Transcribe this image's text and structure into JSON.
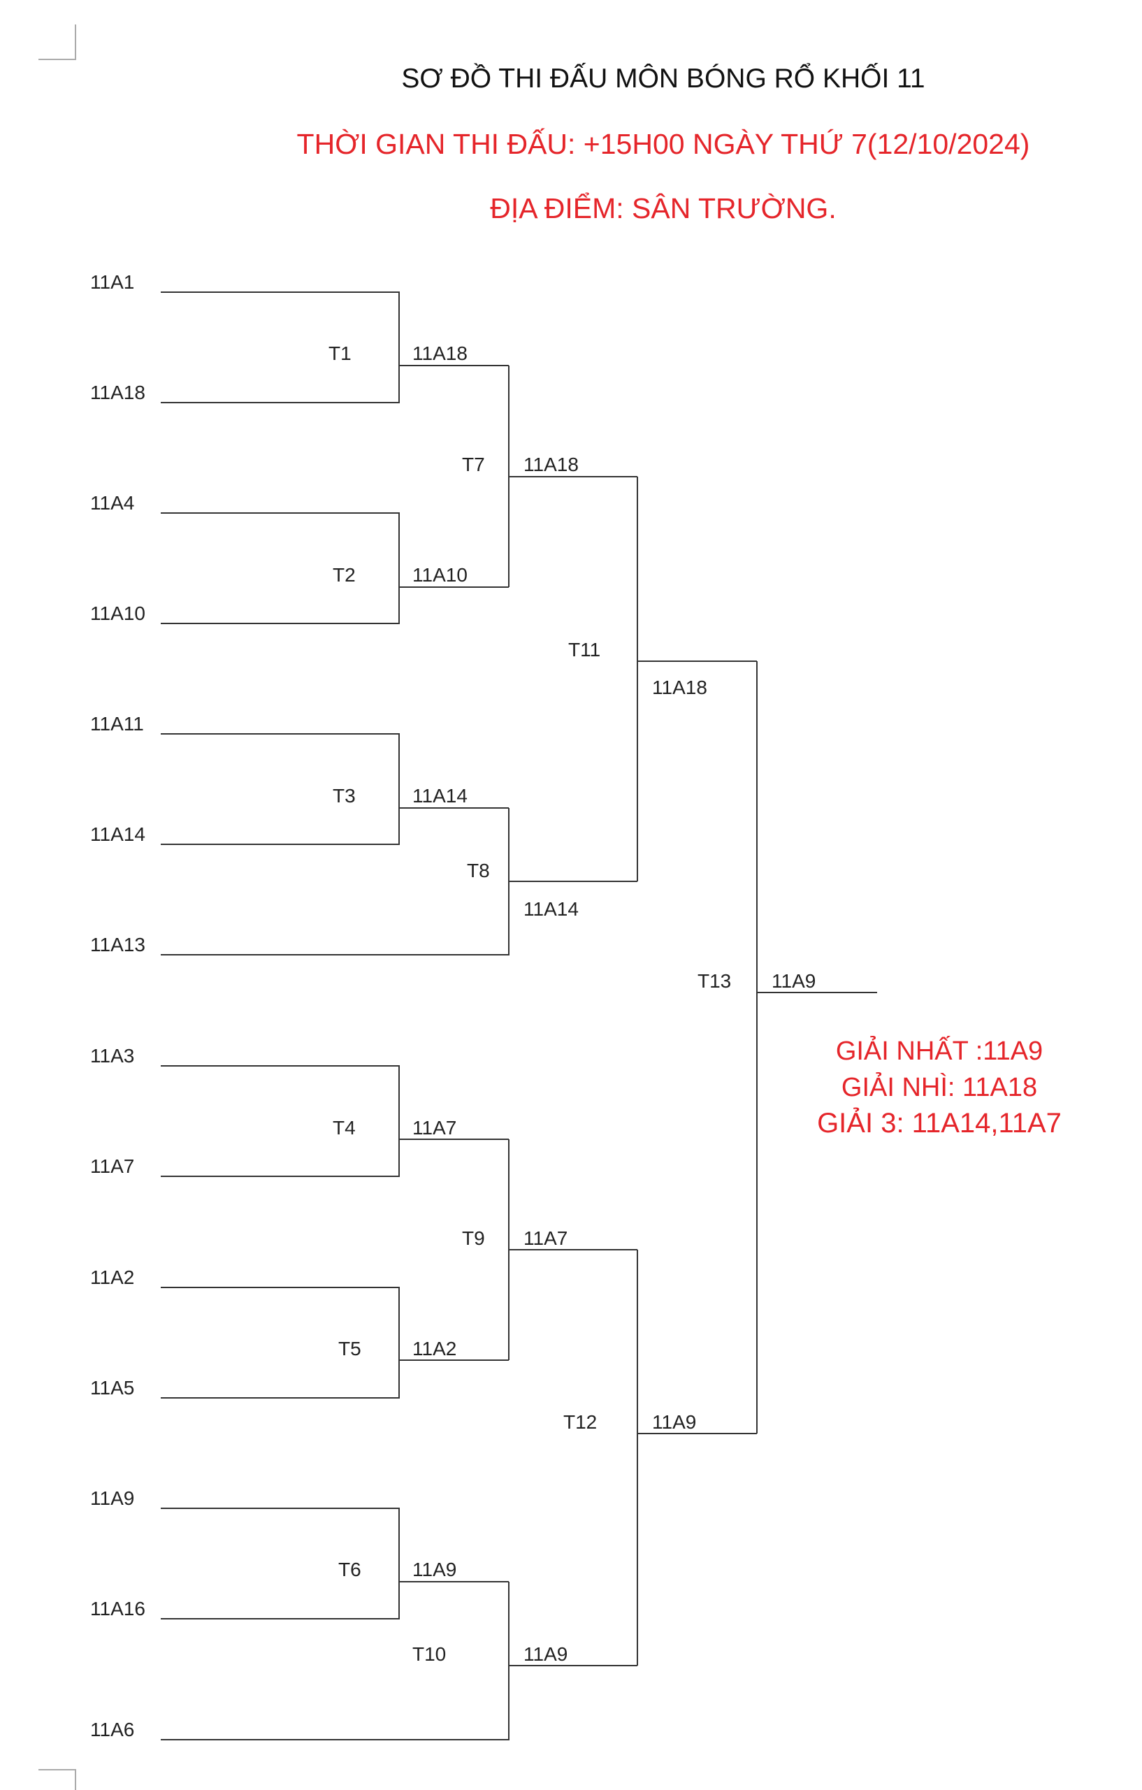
{
  "header": {
    "title": "SƠ ĐỒ THI ĐẤU MÔN BÓNG RỔ KHỐI 11",
    "time": "THỜI GIAN THI ĐẤU: +15H00 NGÀY THỨ 7(12/10/2024)",
    "venue": "ĐỊA ĐIỂM: SÂN TRƯỜNG."
  },
  "teams": [
    "11A1",
    "11A18",
    "11A4",
    "11A10",
    "11A11",
    "11A14",
    "11A13",
    "11A3",
    "11A7",
    "11A2",
    "11A5",
    "11A9",
    "11A16",
    "11A6"
  ],
  "matches": [
    {
      "name": "T1",
      "winner": "11A18"
    },
    {
      "name": "T2",
      "winner": "11A10"
    },
    {
      "name": "T3",
      "winner": "11A14"
    },
    {
      "name": "T4",
      "winner": "11A7"
    },
    {
      "name": "T5",
      "winner": "11A2"
    },
    {
      "name": "T6",
      "winner": "11A9"
    },
    {
      "name": "T7",
      "winner": "11A18"
    },
    {
      "name": "T8",
      "winner": "11A14"
    },
    {
      "name": "T9",
      "winner": "11A7"
    },
    {
      "name": "T10",
      "winner": "11A9"
    },
    {
      "name": "T11",
      "winner": "11A18"
    },
    {
      "name": "T12",
      "winner": "11A9"
    },
    {
      "name": "T13",
      "winner": "11A9"
    }
  ],
  "results": {
    "first": "GIẢI NHẤT :11A9",
    "second": "GIẢI NHÌ: 11A18",
    "third": "GIẢI 3: 11A14,11A7"
  },
  "colors": {
    "accent": "#e5252a",
    "text": "#222222",
    "line": "#333333"
  }
}
